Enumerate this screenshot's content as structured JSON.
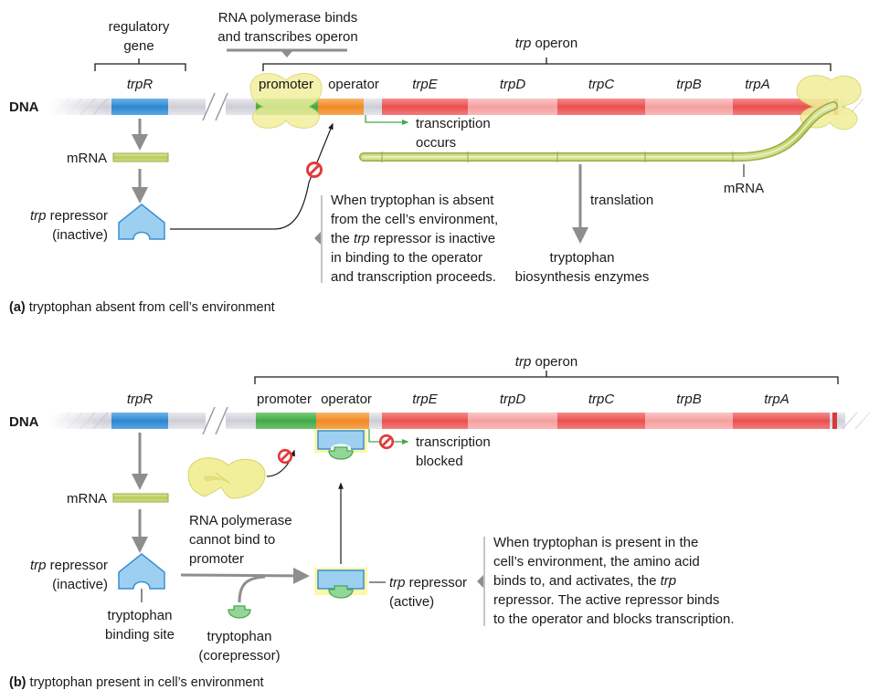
{
  "panel_a": {
    "regulatory_gene": [
      "regulatory",
      "gene"
    ],
    "polymerase_note": [
      "RNA polymerase binds",
      "and transcribes operon"
    ],
    "operon_label": {
      "italic": "trp",
      "rest": " operon"
    },
    "dna_label": "DNA",
    "trpR": "trpR",
    "promoter": "promoter",
    "operator": "operator",
    "genes": [
      "trpE",
      "trpD",
      "trpC",
      "trpB",
      "trpA"
    ],
    "transcription": [
      "transcription",
      "occurs"
    ],
    "mrna_left": "mRNA",
    "mrna_right": "mRNA",
    "repressor": {
      "italic": "trp",
      "rest": " repressor",
      "line2": "(inactive)"
    },
    "note": {
      "line1": "When tryptophan is absent",
      "line2": "from the cell’s environment,",
      "line3_pre": "the ",
      "line3_it": "trp",
      "line3_post": " repressor is inactive",
      "line4": "in binding to the operator",
      "line5": "and transcription proceeds."
    },
    "translation": "translation",
    "enzymes": [
      "tryptophan",
      "biosynthesis enzymes"
    ],
    "caption": {
      "letter": "(a)",
      "text": " tryptophan absent from cell’s environment"
    }
  },
  "panel_b": {
    "operon_label": {
      "italic": "trp",
      "rest": " operon"
    },
    "dna_label": "DNA",
    "trpR": "trpR",
    "promoter": "promoter",
    "operator": "operator",
    "genes": [
      "trpE",
      "trpD",
      "trpC",
      "trpB",
      "trpA"
    ],
    "transcription": [
      "transcription",
      "blocked"
    ],
    "mrna": "mRNA",
    "polymerase": [
      "RNA polymerase",
      "cannot bind to",
      "promoter"
    ],
    "repressor_inactive": {
      "italic": "trp",
      "rest": " repressor",
      "line2": "(inactive)"
    },
    "binding_site": [
      "tryptophan",
      "binding site"
    ],
    "corepressor": [
      "tryptophan",
      "(corepressor)"
    ],
    "repressor_active": {
      "italic": "trp",
      "rest": " repressor",
      "line2": "(active)"
    },
    "note": {
      "line1": "When tryptophan is present in the",
      "line2": "cell’s environment, the amino acid",
      "line3_pre": "binds to, and activates, the ",
      "line3_it": "trp",
      "line4": "repressor. The active repressor binds",
      "line5": "to the operator and blocks transcription."
    },
    "caption": {
      "letter": "(b)",
      "text": " tryptophan present in cell’s environment"
    }
  },
  "colors": {
    "trpR": "#3a8fd4",
    "promoter": "#4caf50",
    "operator": "#f39233",
    "gene_dark": "#ee5a5a",
    "gene_light": "#f7a8a8",
    "polymerase": "#f1ef9a",
    "repressor": "#9dd0f0",
    "tryptophan": "#93d69a",
    "mrna": "#c2d770"
  }
}
